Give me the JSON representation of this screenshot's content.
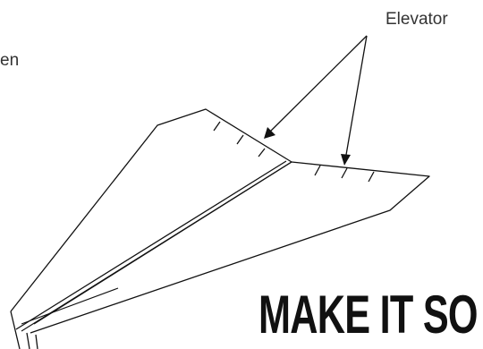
{
  "labels": {
    "fragment": "en",
    "elevator": "Elevator"
  },
  "headline": "MAKE IT SO",
  "colors": {
    "ink": "#111111",
    "label": "#333333",
    "background": "#ffffff"
  }
}
